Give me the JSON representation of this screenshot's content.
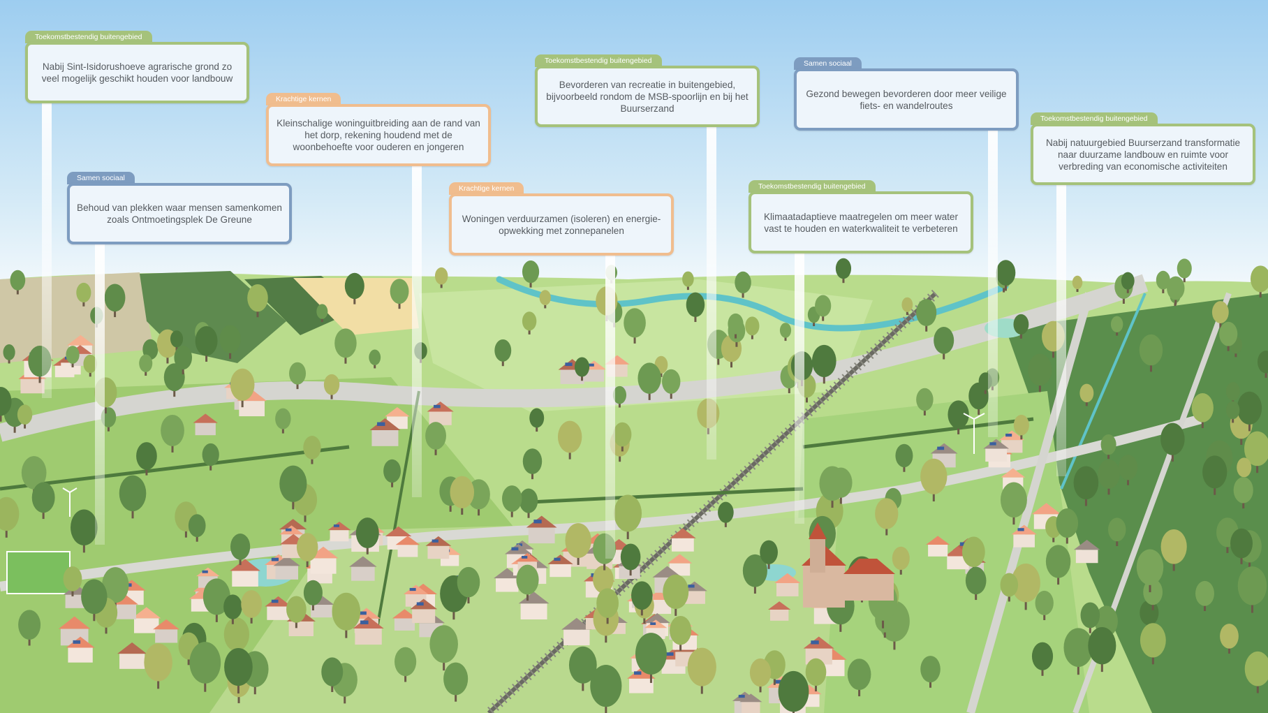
{
  "colors": {
    "sky_top": "#9dcdf0",
    "sky_bottom": "#eef6fb",
    "grass": "#a8d27a",
    "grass_light": "#c5e49a",
    "road": "#d5d5d0",
    "river": "#5fc3c8",
    "tab_green": "#a5c27b",
    "tab_orange": "#f0bd8e",
    "tab_blue": "#7d9cc0"
  },
  "callouts": [
    {
      "category": "Toekomstbestendig buitengebied",
      "theme": "green",
      "text": "Nabij Sint-Isidorushoeve agrarische grond zo veel mogelijk geschikt houden voor landbouw"
    },
    {
      "category": "Samen sociaal",
      "theme": "blue",
      "text": "Behoud van plekken waar mensen samenkomen zoals Ontmoetingsplek De Greune"
    },
    {
      "category": "Krachtige kernen",
      "theme": "orange",
      "text": "Kleinschalige woninguitbreiding aan de rand van het dorp, rekening houdend met de woonbehoefte voor ouderen en jongeren"
    },
    {
      "category": "Krachtige kernen",
      "theme": "orange",
      "text": "Woningen verduurzamen (isoleren) en energie-opwekking met zonnepanelen"
    },
    {
      "category": "Toekomstbestendig buitengebied",
      "theme": "green",
      "text": "Bevorderen van recreatie in buitengebied, bijvoorbeeld rondom de MSB-spoorlijn en bij het Buurserzand"
    },
    {
      "category": "Toekomstbestendig buitengebied",
      "theme": "green",
      "text": "Klimaatadaptieve maatregelen om meer water vast te houden en waterkwaliteit te verbeteren"
    },
    {
      "category": "Samen sociaal",
      "theme": "blue",
      "text": "Gezond bewegen bevorderen door meer veilige fiets- en wandelroutes"
    },
    {
      "category": "Toekomstbestendig buitengebied",
      "theme": "green",
      "text": "Nabij natuurgebied Buurserzand transformatie naar duurzame landbouw en ruimte voor verbreding van economische activiteiten"
    }
  ]
}
